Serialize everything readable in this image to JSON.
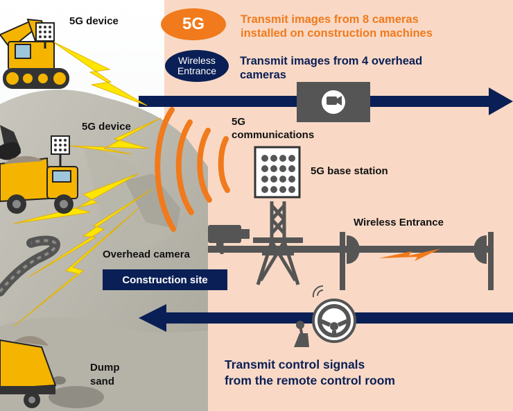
{
  "legend": {
    "fiveg_badge": "5G",
    "fiveg_text_line1": "Transmit images from 8 cameras",
    "fiveg_text_line2": "installed on construction machines",
    "wireless_badge_line1": "Wireless",
    "wireless_badge_line2": "Entrance",
    "wireless_text_line1": "Transmit images from 4 overhead",
    "wireless_text_line2": "cameras"
  },
  "labels": {
    "device_top": "5G device",
    "device_mid": "5G device",
    "communications_line1": "5G",
    "communications_line2": "communications",
    "base_station": "5G base station",
    "wireless_entrance": "Wireless Entrance",
    "overhead_camera": "Overhead camera",
    "construction_site": "Construction site",
    "dump_line1": "Dump",
    "dump_line2": "sand",
    "control_line1": "Transmit control signals",
    "control_line2": "from the remote control room"
  },
  "icons": [
    "excavator-icon",
    "dump-truck-icon",
    "lightning-icon",
    "video-monitor-icon",
    "antenna-panel-icon",
    "tower-icon",
    "camera-icon",
    "dish-antenna-icon",
    "steering-wheel-icon",
    "joystick-icon"
  ],
  "colors": {
    "navy": "#0a1f55",
    "orange": "#f07a1c",
    "peach_panel": "#f9d9c6",
    "yellow_machine": "#f4b400",
    "bolt_yellow": "#ffe600",
    "dark_gray": "#555555"
  }
}
